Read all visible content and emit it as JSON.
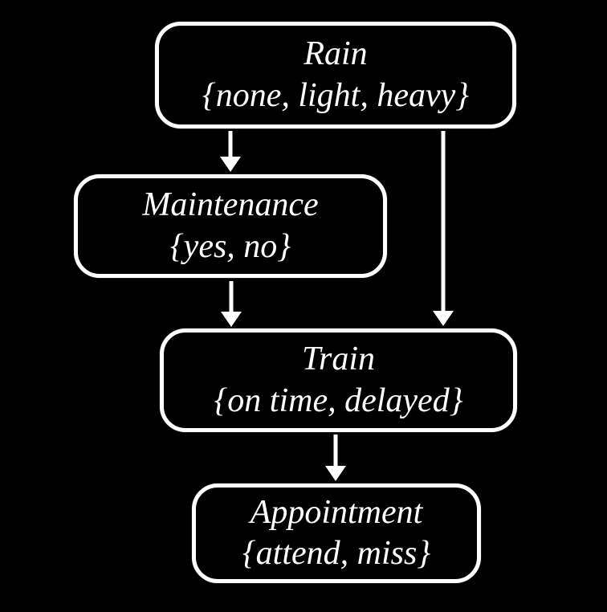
{
  "diagram": {
    "kind": "bayesian-network",
    "colors": {
      "background": "#000000",
      "node_border": "#ffffff",
      "node_text": "#ffffff",
      "arrow": "#ffffff"
    },
    "nodes": [
      {
        "id": "rain",
        "label": "Rain",
        "domain": "{none, light, heavy}"
      },
      {
        "id": "maintenance",
        "label": "Maintenance",
        "domain": "{yes, no}"
      },
      {
        "id": "train",
        "label": "Train",
        "domain": "{on time, delayed}"
      },
      {
        "id": "appointment",
        "label": "Appointment",
        "domain": "{attend, miss}"
      }
    ],
    "edges": [
      {
        "from": "Rain",
        "to": "Maintenance"
      },
      {
        "from": "Rain",
        "to": "Train"
      },
      {
        "from": "Maintenance",
        "to": "Train"
      },
      {
        "from": "Train",
        "to": "Appointment"
      }
    ]
  }
}
